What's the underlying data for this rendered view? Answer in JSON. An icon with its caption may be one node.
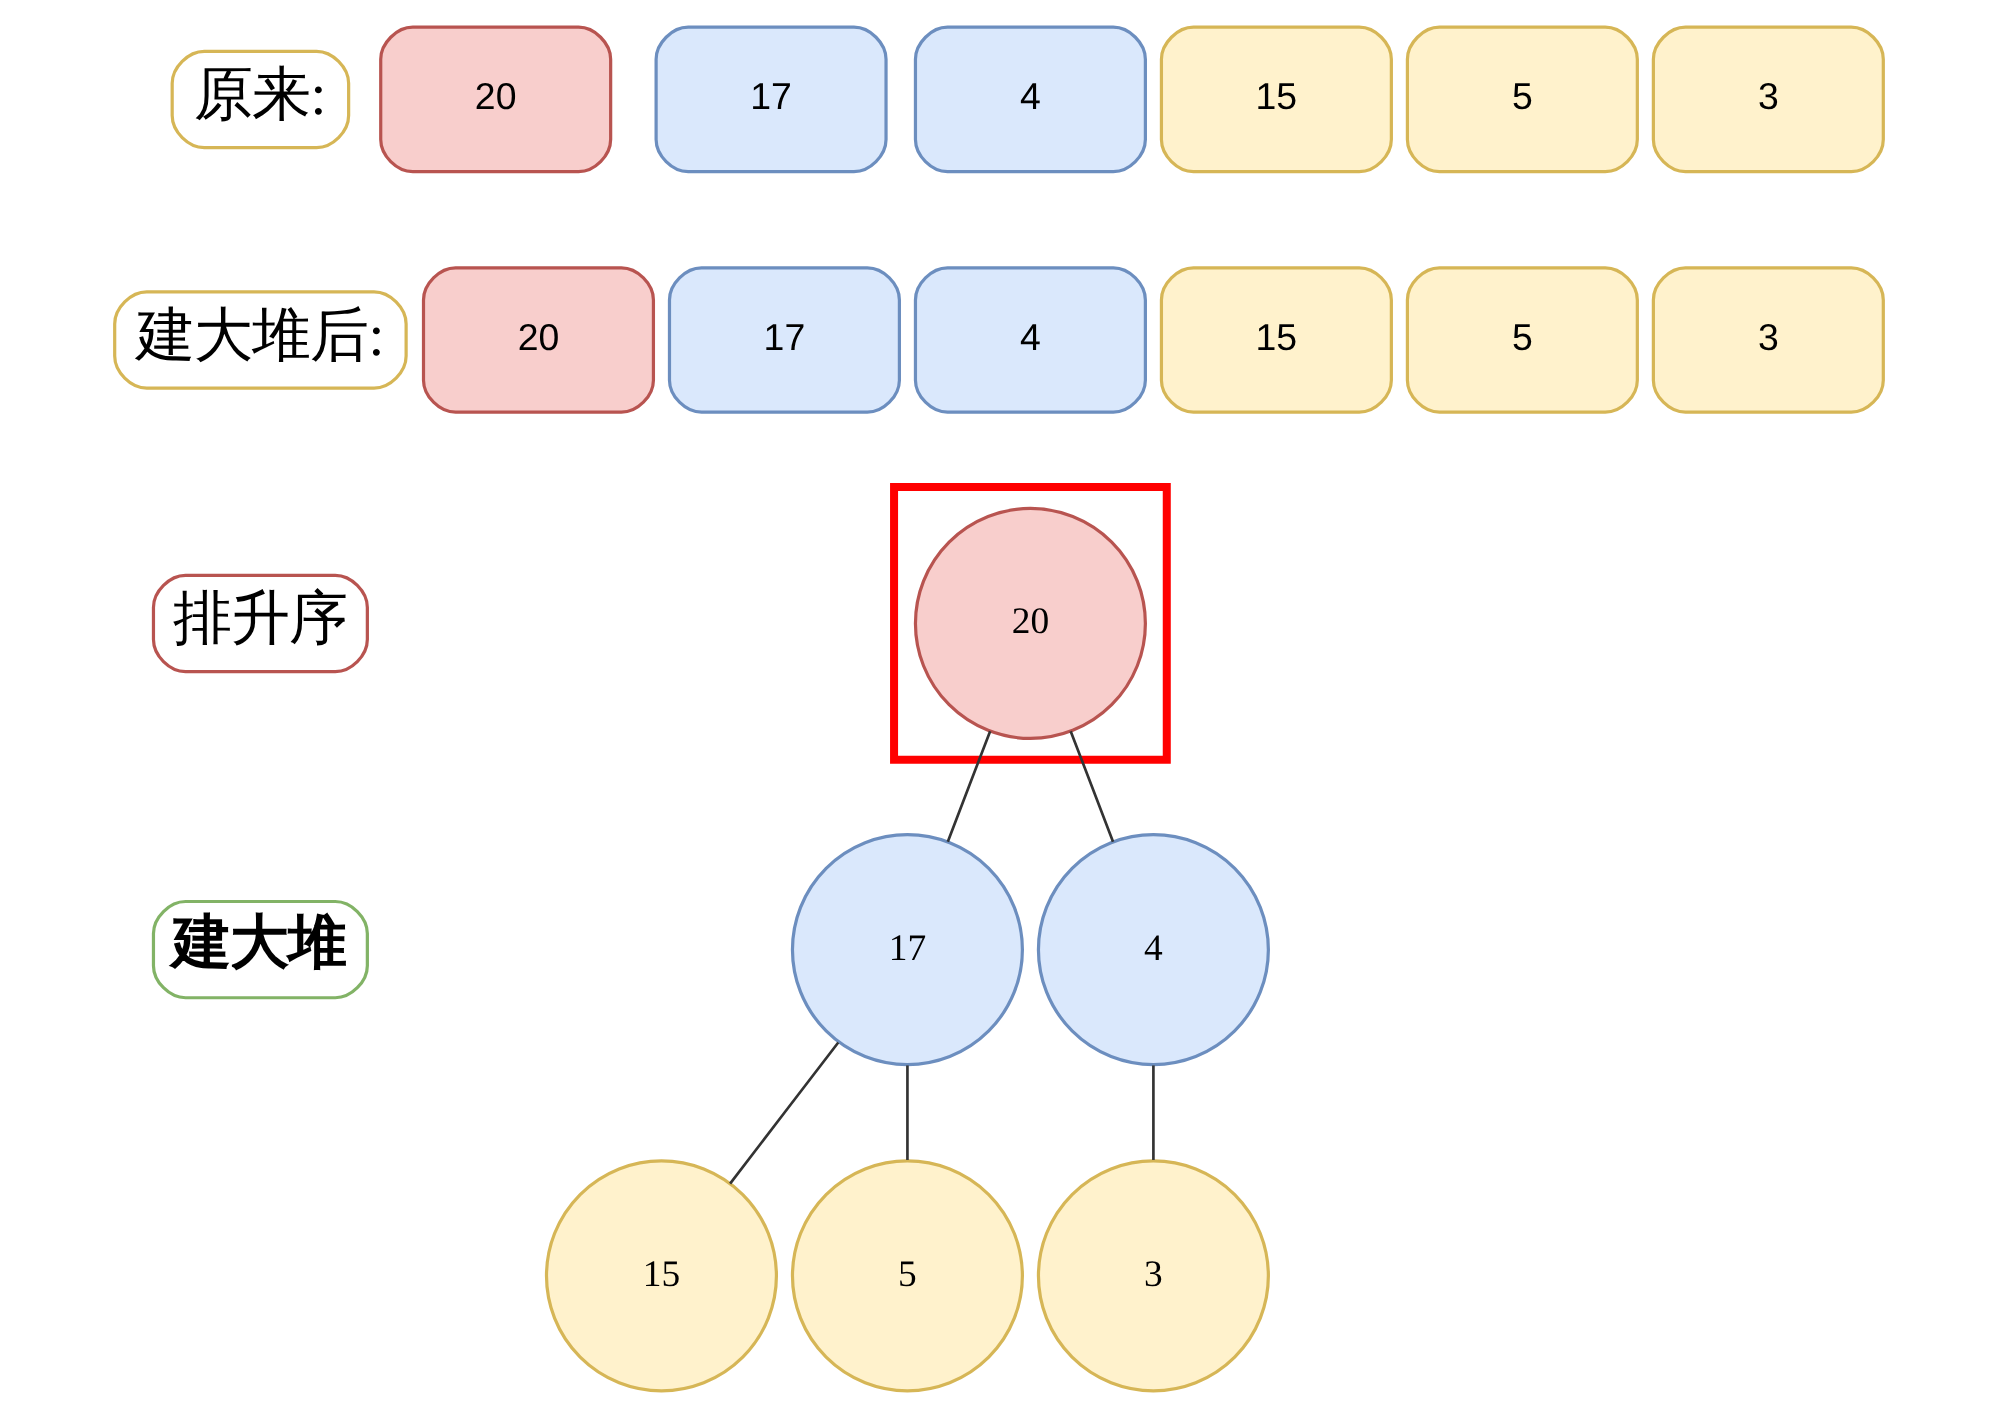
{
  "diagram": {
    "nodes": [
      {
        "text": [
          "原来:"
        ]
      },
      {
        "text": [
          "20"
        ]
      },
      {
        "text": [
          "17"
        ]
      },
      {
        "text": [
          "4"
        ]
      },
      {
        "text": [
          "15"
        ]
      },
      {
        "text": [
          "5"
        ]
      },
      {
        "text": [
          "3"
        ]
      },
      {
        "text": [
          "建大堆后:"
        ]
      },
      {
        "text": [
          "20"
        ]
      },
      {
        "text": [
          "17"
        ]
      },
      {
        "text": [
          "4"
        ]
      },
      {
        "text": [
          "15"
        ]
      },
      {
        "text": [
          "5"
        ]
      },
      {
        "text": [
          "3"
        ]
      },
      {
        "text": [
          "排升序"
        ]
      },
      {
        "text": [
          "建大堆"
        ]
      },
      {
        "text": [],
        "shape": "box"
      },
      {
        "text": [
          "20"
        ],
        "in": 16
      },
      {
        "text": [
          "17"
        ]
      },
      {
        "text": [
          "4"
        ]
      },
      {
        "text": [
          "15"
        ]
      },
      {
        "text": [
          "5"
        ]
      },
      {
        "text": [
          "3"
        ]
      }
    ],
    "edges": [
      {
        "from": 17,
        "to": 18,
        "arrow": "none"
      },
      {
        "from": 17,
        "to": 19,
        "arrow": "none"
      },
      {
        "from": 18,
        "to": 20,
        "arrow": "none"
      },
      {
        "from": 18,
        "to": 21,
        "arrow": "none"
      },
      {
        "from": 19,
        "to": 22,
        "arrow": "none"
      }
    ]
  }
}
